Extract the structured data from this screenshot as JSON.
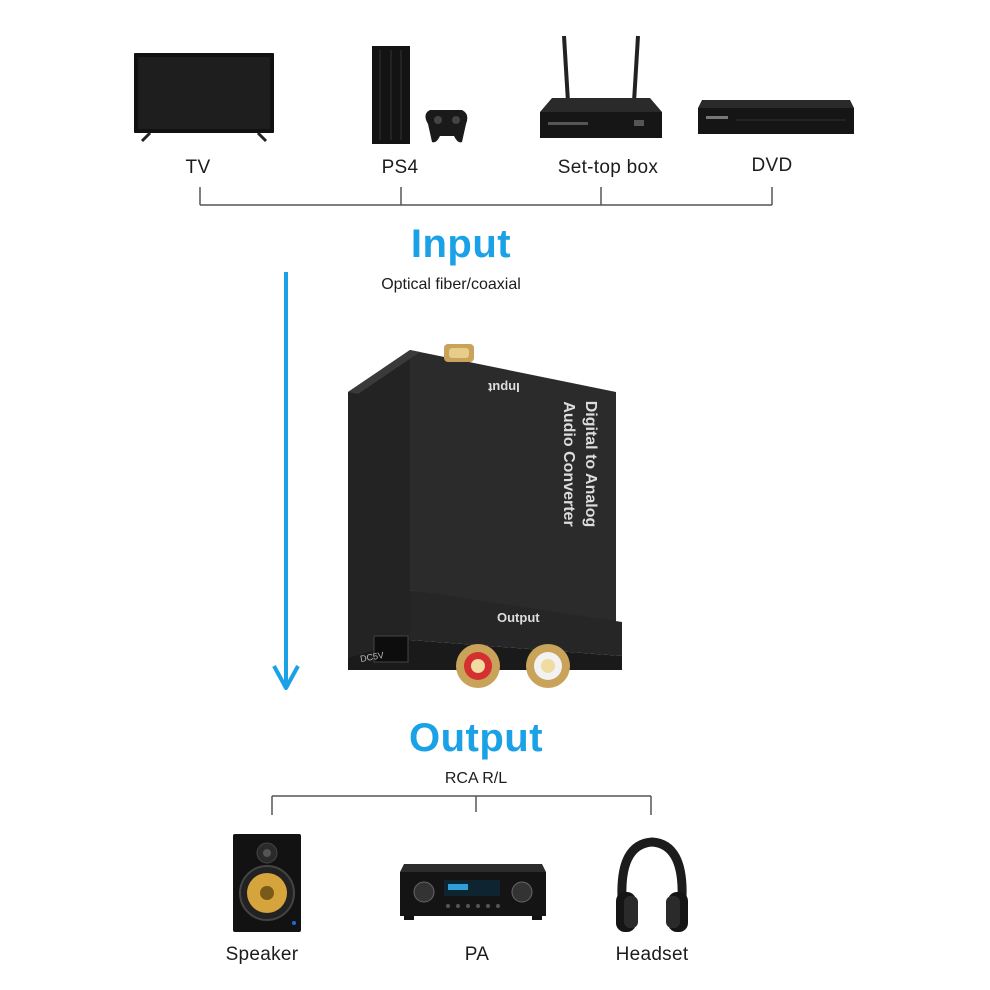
{
  "accent_color": "#1aa1e6",
  "input_devices": [
    {
      "label": "TV",
      "icon": "tv-icon"
    },
    {
      "label": "PS4",
      "icon": "ps4-console-icon"
    },
    {
      "label": "Set-top box",
      "icon": "set-top-box-icon"
    },
    {
      "label": "DVD",
      "icon": "dvd-player-icon"
    }
  ],
  "input_section": {
    "title": "Input",
    "subtitle": "Optical fiber/coaxial"
  },
  "converter": {
    "name_line1": "Digital to Analog",
    "name_line2": "Audio Converter",
    "input_port_label": "Input",
    "output_port_label": "Output",
    "power_label": "DC5V"
  },
  "output_section": {
    "title": "Output",
    "subtitle": "RCA R/L"
  },
  "output_devices": [
    {
      "label": "Speaker",
      "icon": "speaker-icon"
    },
    {
      "label": "PA",
      "icon": "pa-amplifier-icon"
    },
    {
      "label": "Headset",
      "icon": "headset-icon"
    }
  ]
}
